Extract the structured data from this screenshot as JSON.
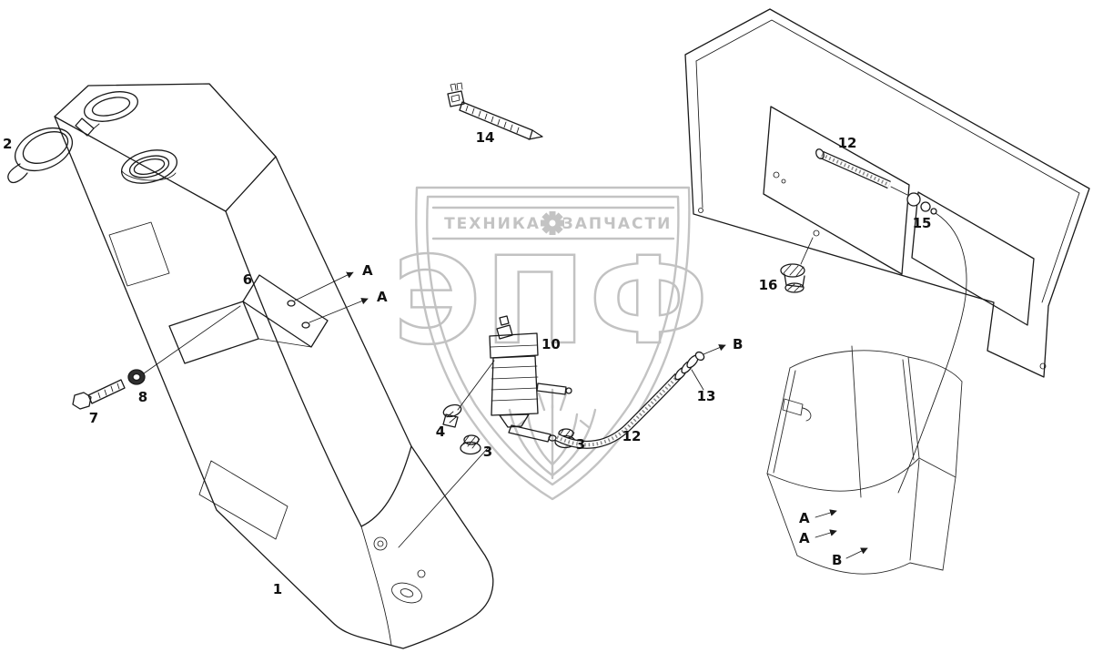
{
  "diagram": {
    "type": "exploded-parts-diagram",
    "subject": "windshield-washer-reservoir-pump-and-hoses",
    "background": "#ffffff",
    "line_color": "#1a1a1a"
  },
  "watermark": {
    "brand": "ЭПФ",
    "banner_left": "ТЕХНИКА",
    "banner_right": "ЗАПЧАСТИ",
    "color": "#c3c3c3"
  },
  "callouts": {
    "tank": "1",
    "cap": "2",
    "grommet_left": "3",
    "grommet_right": "3",
    "filter": "4",
    "bracket": "6",
    "bolt": "7",
    "washer": "8",
    "pump": "10",
    "hose_center": "12",
    "hose_panel": "12",
    "connector": "13",
    "cable_tie": "14",
    "coupling": "15",
    "grommet_panel": "16"
  },
  "view_labels": {
    "a_upper_1": "A",
    "a_upper_2": "A",
    "b_upper": "B",
    "a_lower_1": "A",
    "a_lower_2": "A",
    "b_lower": "B"
  }
}
